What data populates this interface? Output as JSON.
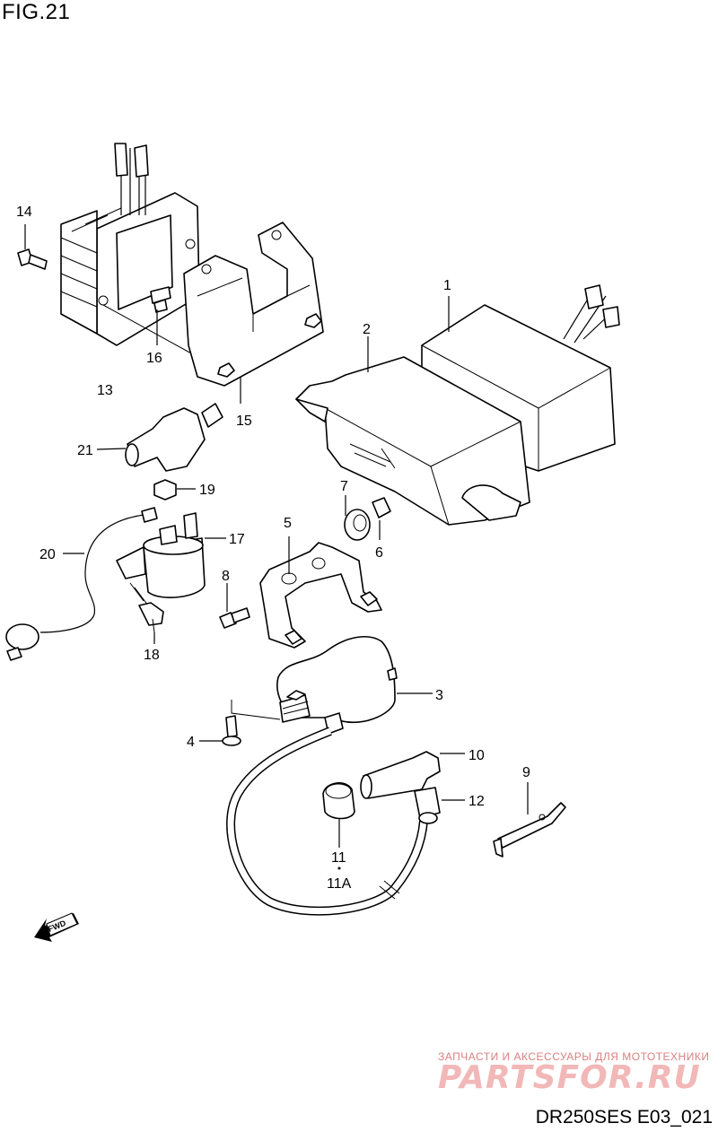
{
  "figure": {
    "title": "FIG.21",
    "code": "DR250SES E03_021"
  },
  "callouts": [
    "1",
    "2",
    "3",
    "4",
    "5",
    "6",
    "7",
    "8",
    "9",
    "10",
    "11",
    "11A",
    "12",
    "13",
    "14",
    "15",
    "16",
    "17",
    "18",
    "19",
    "20",
    "21"
  ],
  "fwd_label": "FWD",
  "watermark": {
    "tagline": "ЗАПЧАСТИ И АКСЕССУАРЫ ДЛЯ МОТОТЕХНИКИ",
    "brand": "PARTSFOR.RU"
  }
}
